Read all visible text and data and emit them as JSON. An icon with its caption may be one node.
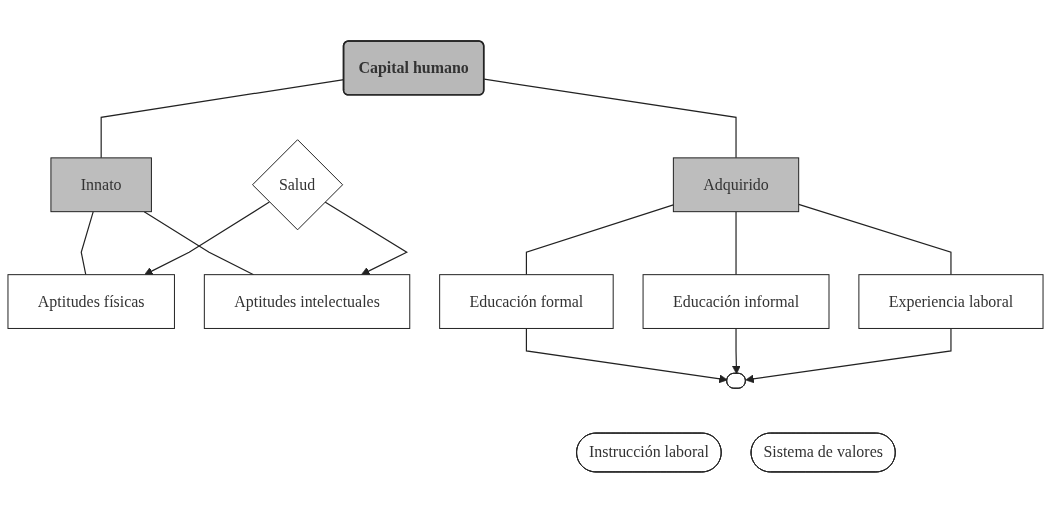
{
  "diagram": {
    "nodes": [
      {
        "text": [
          "Capital humano"
        ]
      },
      {
        "text": [
          "Innato"
        ]
      },
      {
        "text": [
          "Adquirido"
        ]
      },
      {
        "text": [
          "Aptitudes físicas"
        ]
      },
      {
        "text": [
          "Aptitudes intelectuales"
        ]
      },
      {
        "text": [
          "Educación formal"
        ]
      },
      {
        "text": [
          "Educación informal"
        ]
      },
      {
        "text": [
          "Experiencia laboral"
        ]
      },
      {
        "text": [
          "Salud"
        ]
      },
      {
        "text": [],
        "shape": "ellipse"
      },
      {
        "text": [
          "Instrucción laboral"
        ]
      },
      {
        "text": [
          "Sistema de valores"
        ]
      }
    ],
    "edges": [
      {
        "from": 0,
        "to": 1,
        "arrow": "none"
      },
      {
        "from": 0,
        "to": 2,
        "arrow": "none"
      },
      {
        "from": 1,
        "to": 3,
        "arrow": "none"
      },
      {
        "from": 1,
        "to": 4,
        "arrow": "none"
      },
      {
        "from": 2,
        "to": 5,
        "arrow": "none"
      },
      {
        "from": 2,
        "to": 6,
        "arrow": "none"
      },
      {
        "from": 2,
        "to": 7,
        "arrow": "none"
      },
      {
        "from": 8,
        "to": 3,
        "arrow": "to"
      },
      {
        "from": 8,
        "to": 4,
        "arrow": "to"
      },
      {
        "from": 5,
        "to": 9,
        "arrow": "to"
      },
      {
        "from": 6,
        "to": 9,
        "arrow": "to"
      },
      {
        "from": 7,
        "to": 9,
        "arrow": "to"
      }
    ]
  }
}
